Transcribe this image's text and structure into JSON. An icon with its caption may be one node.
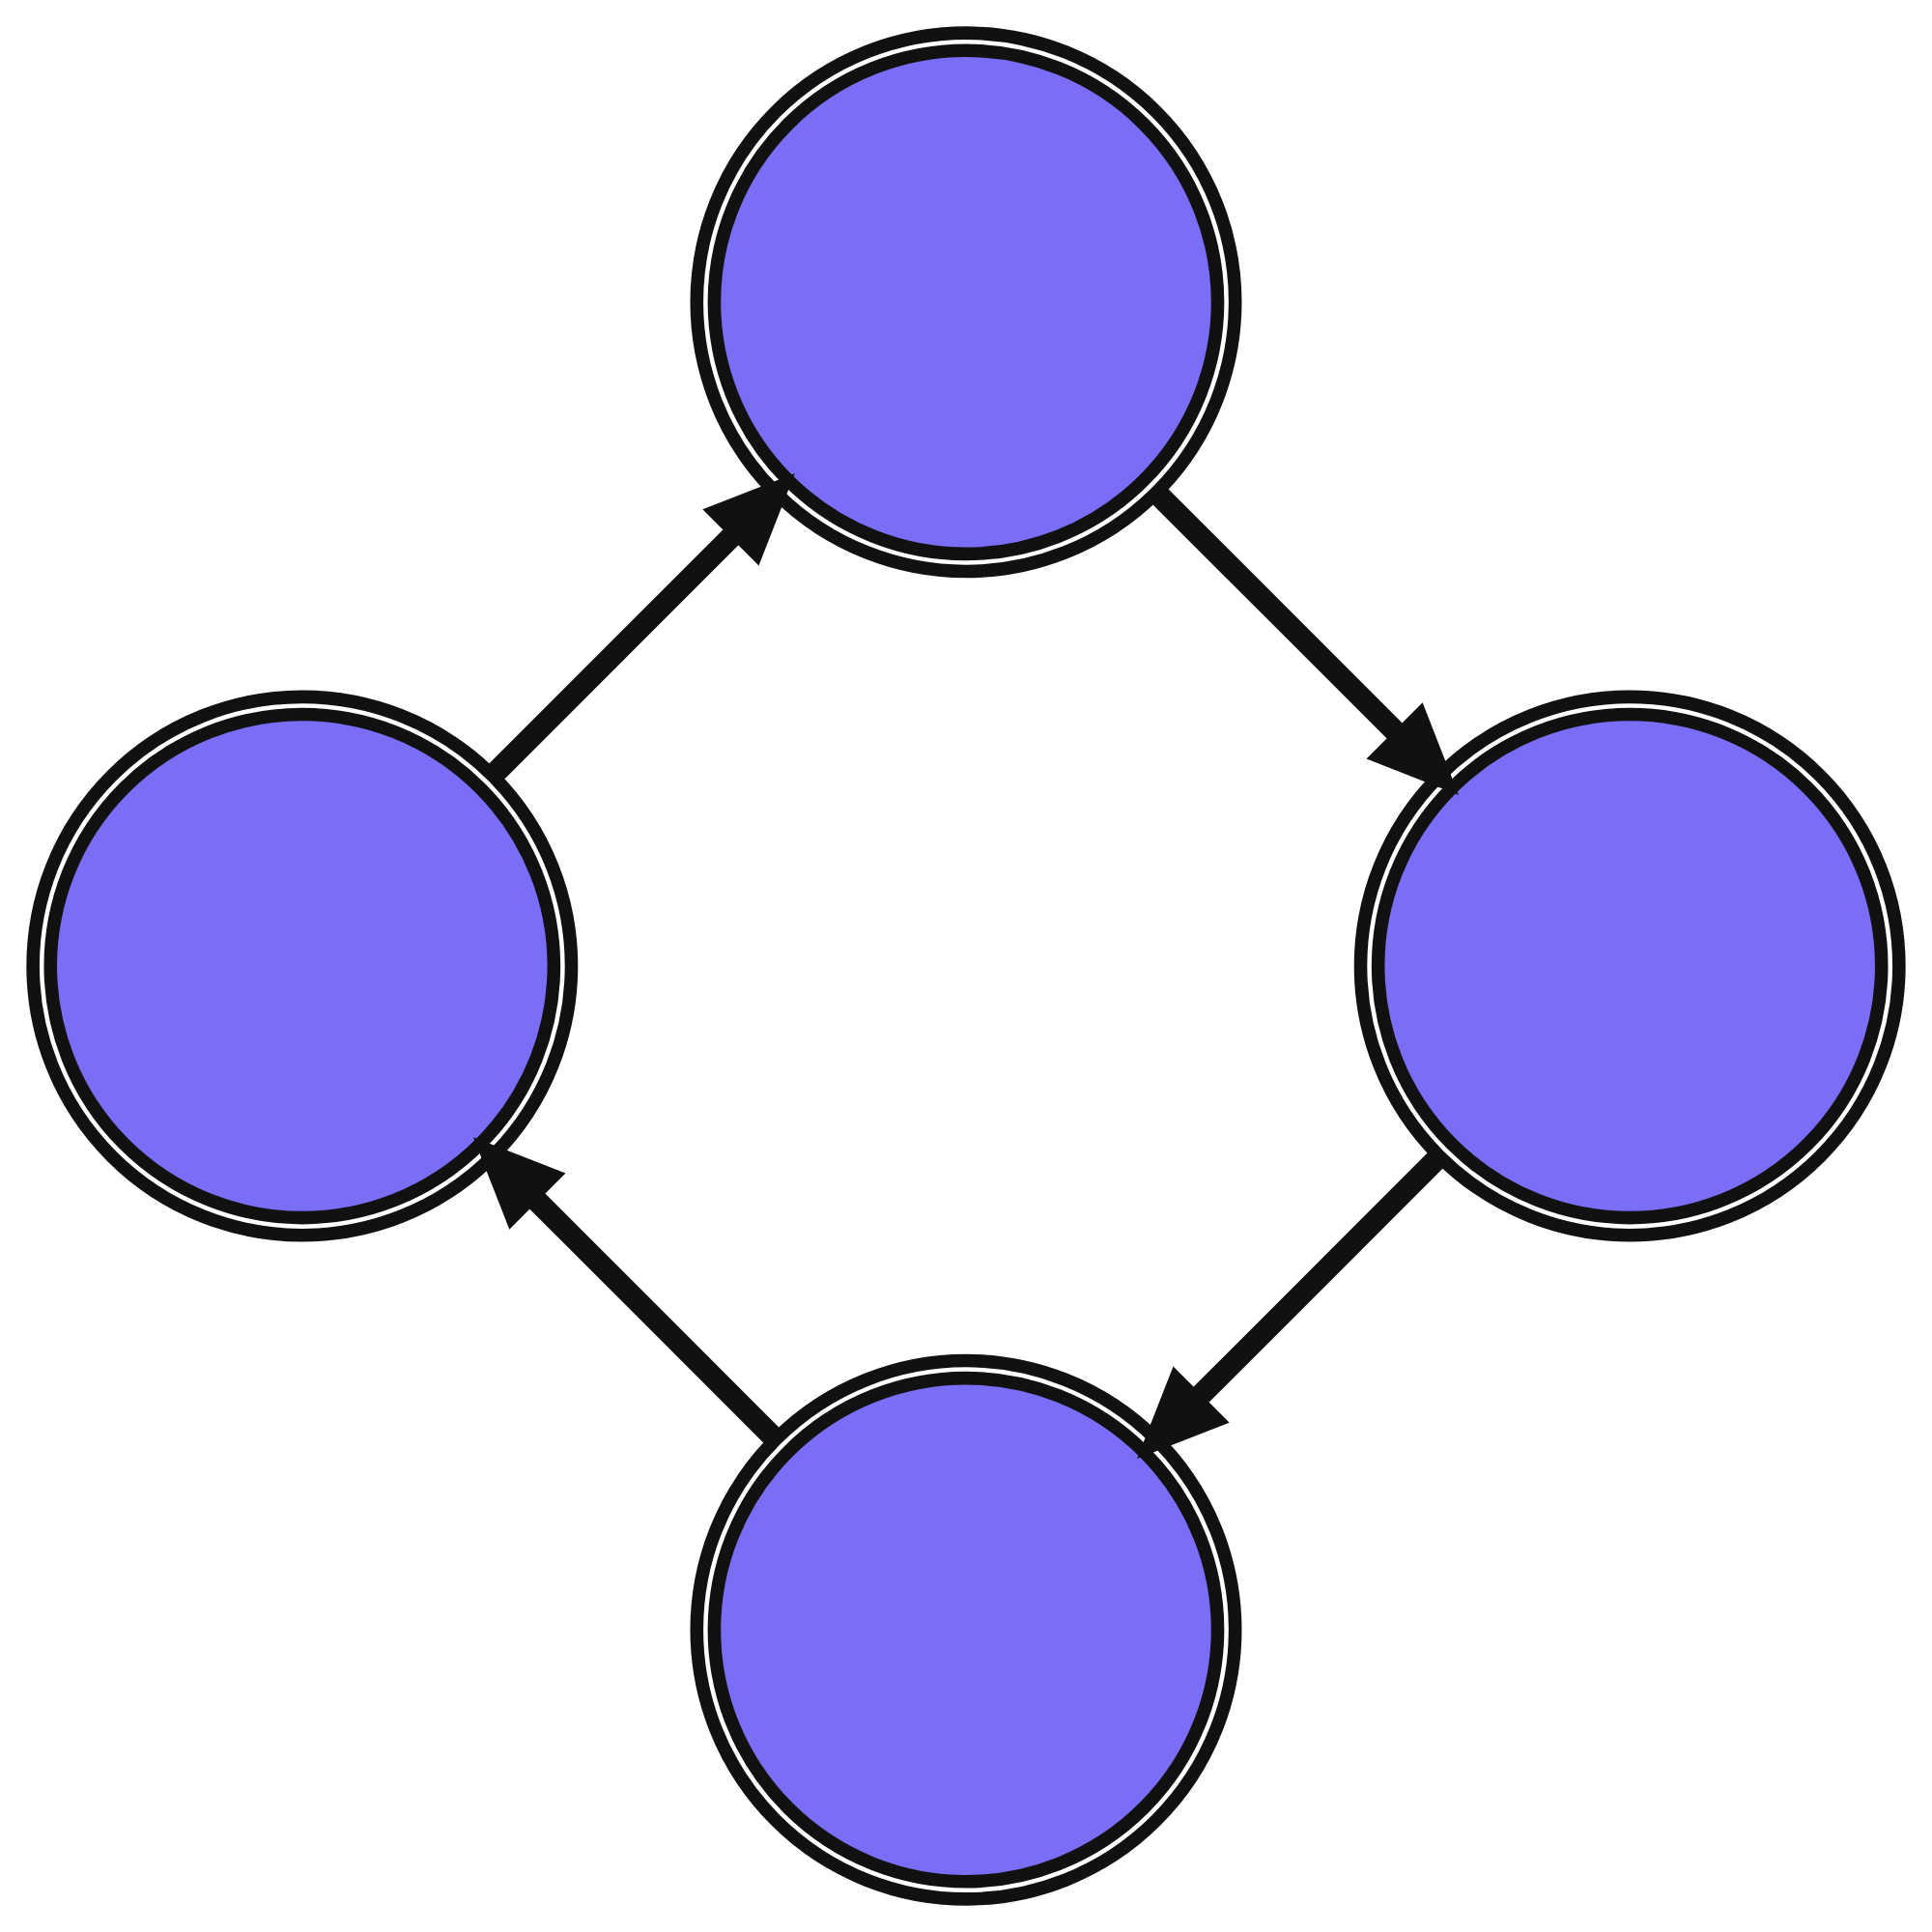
{
  "diagram": {
    "nodes": [
      {
        "text": [],
        "shape": "gear"
      },
      {
        "text": [],
        "shape": "gear"
      },
      {
        "text": [],
        "shape": "gear"
      },
      {
        "text": [],
        "shape": "gear"
      }
    ],
    "edges": [
      {
        "from": 2,
        "to": 0,
        "arrow": "to"
      },
      {
        "from": 0,
        "to": 1,
        "arrow": "to"
      },
      {
        "from": 1,
        "to": 3,
        "arrow": "to"
      },
      {
        "from": 3,
        "to": 2,
        "arrow": "to"
      }
    ]
  }
}
